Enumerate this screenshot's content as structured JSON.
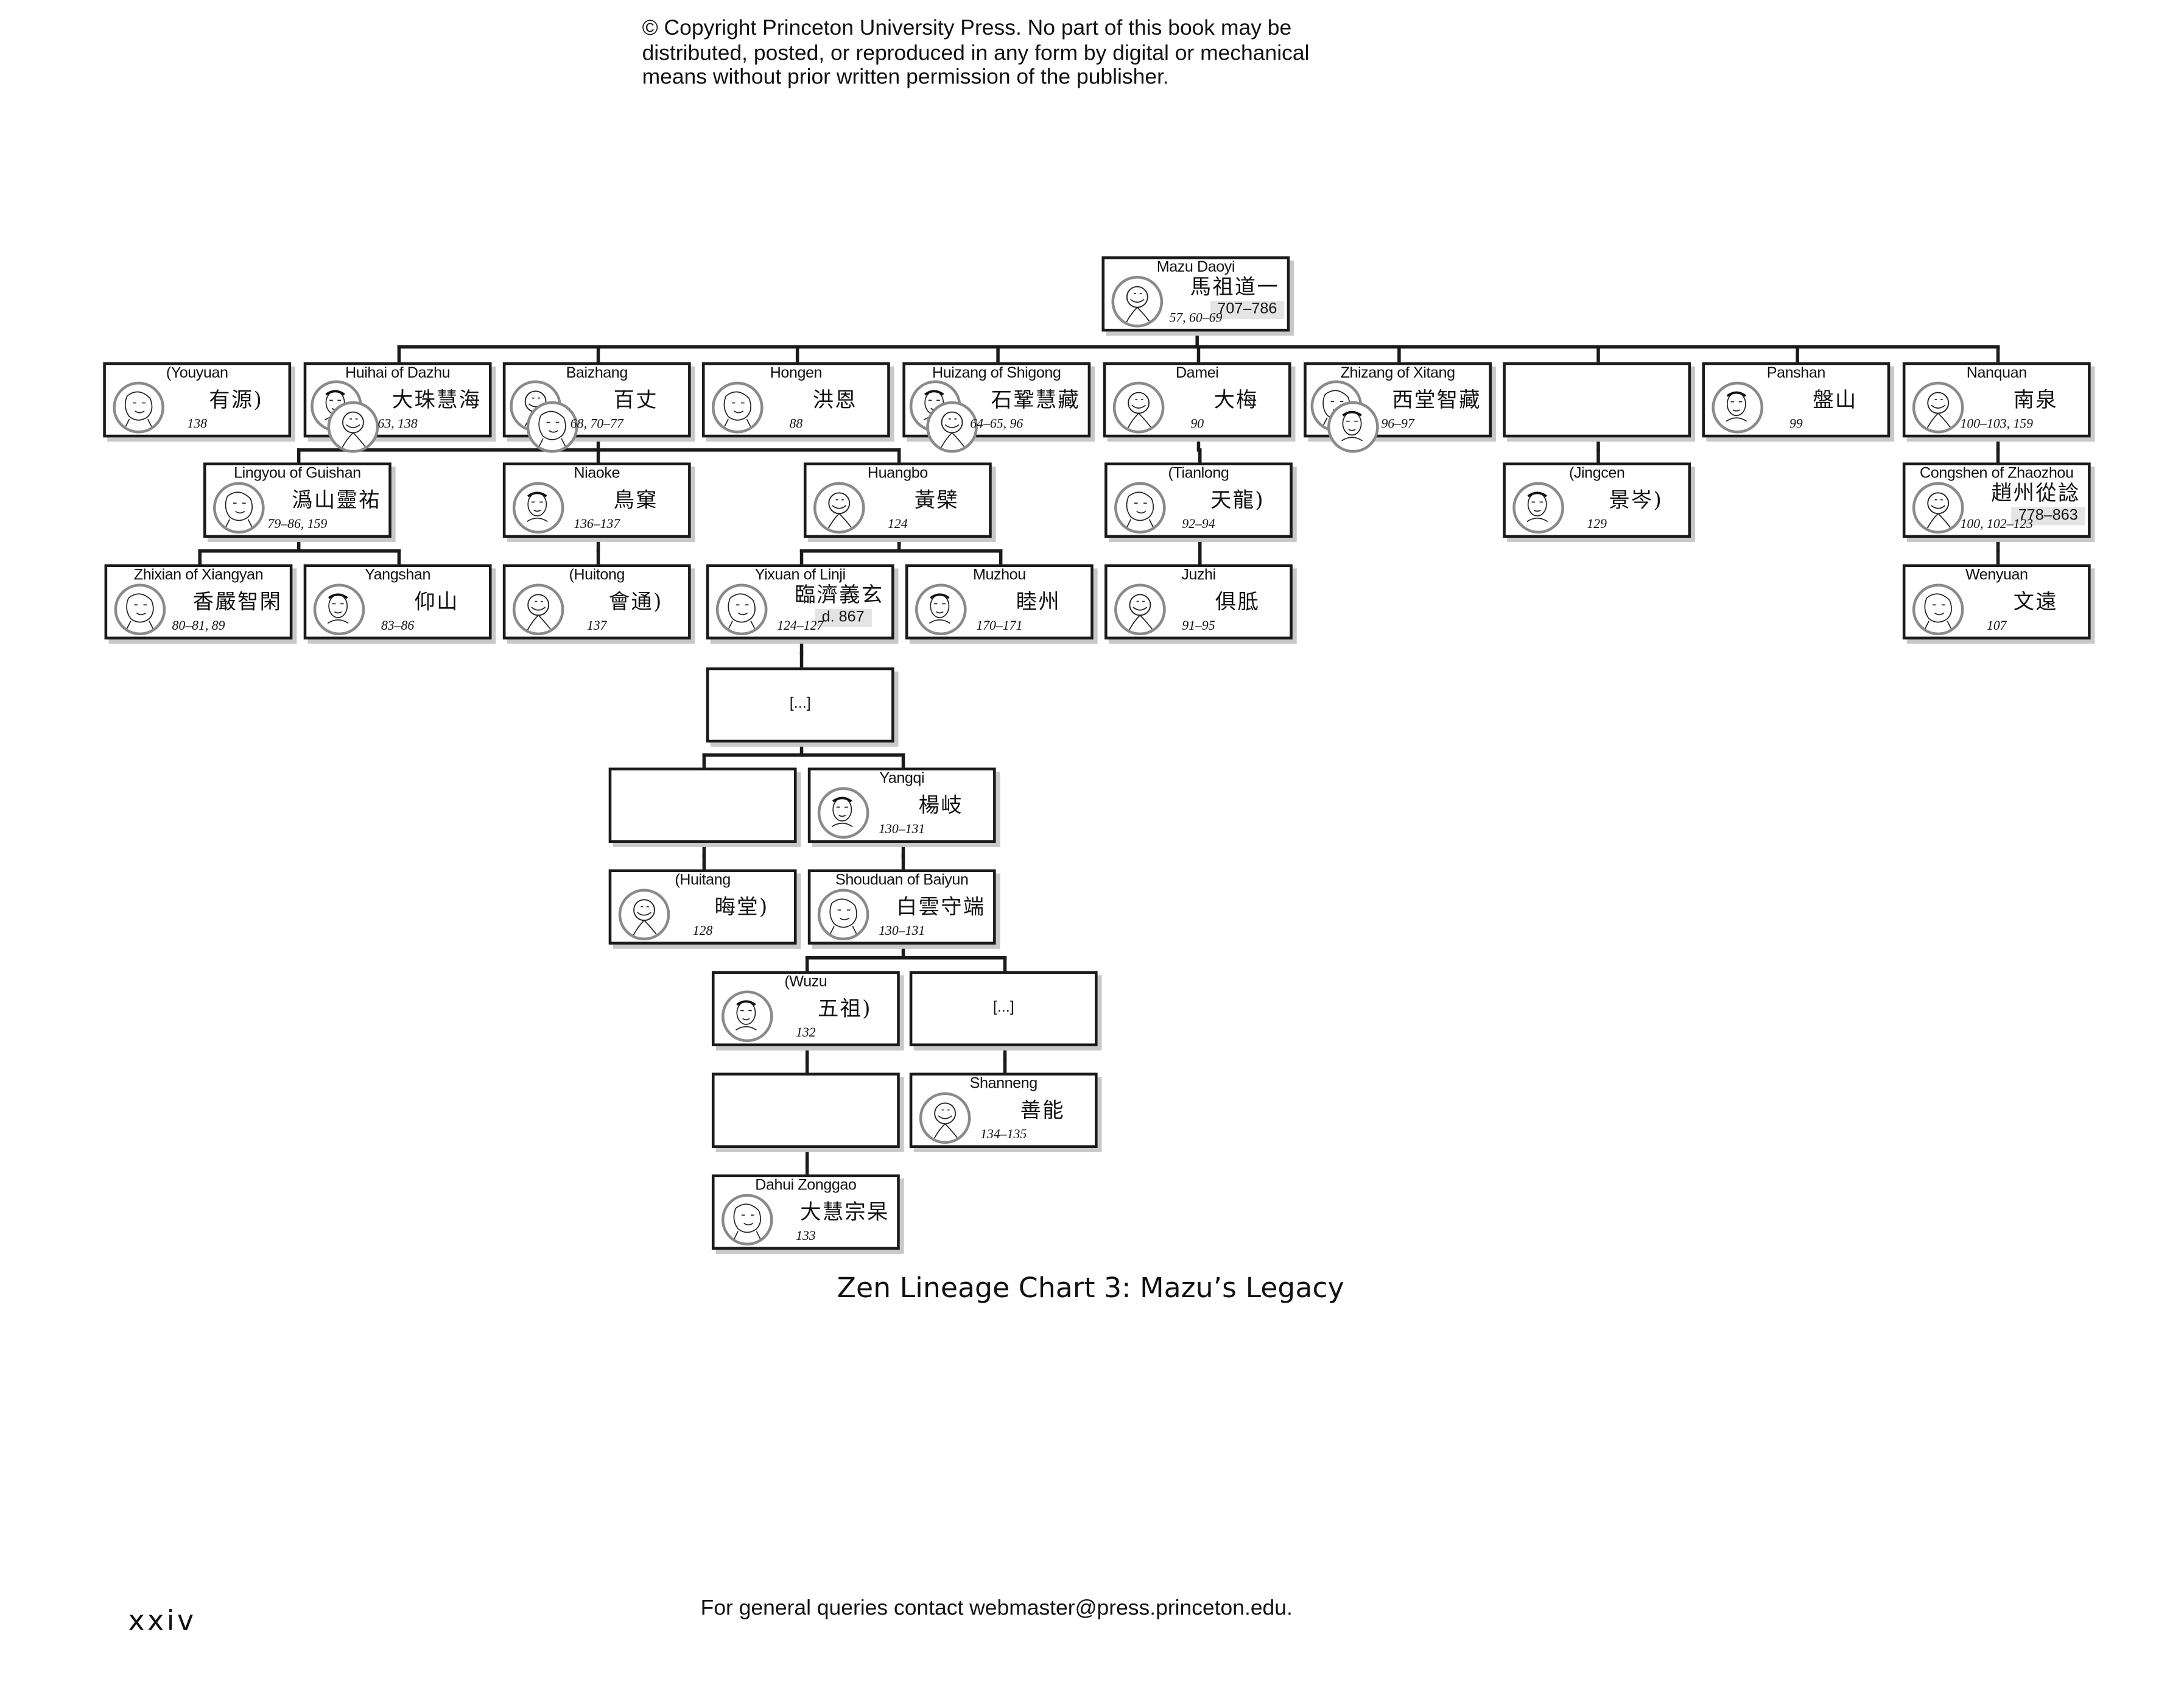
{
  "header": {
    "copyright_lines": [
      "© Copyright Princeton University Press. No part of this book may be",
      "distributed, posted, or reproduced in any form by digital or mechanical",
      "means without prior written permission of the publisher."
    ]
  },
  "caption": "Zen Lineage Chart 3: Mazu’s Legacy",
  "footer": "For general queries contact webmaster@press.princeton.edu.",
  "folio": "xxiv",
  "nodes": {
    "mazu": {
      "name": "Mazu Daoyi",
      "zh": "馬祖道一",
      "dates": "707–786",
      "pages": "57, 60–69",
      "portraits": 1
    },
    "youyuan": {
      "name": "(Youyuan",
      "zh": "有源)",
      "pages": "138",
      "portraits": 1
    },
    "huihai": {
      "name": "Huihai of Dazhu",
      "zh": "大珠慧海",
      "pages": "63, 138",
      "portraits": 2
    },
    "baizhang": {
      "name": "Baizhang",
      "zh": "百丈",
      "pages": "68, 70–77",
      "portraits": 2
    },
    "hongen": {
      "name": "Hongen",
      "zh": "洪恩",
      "pages": "88",
      "portraits": 1
    },
    "huizang": {
      "name": "Huizang of Shigong",
      "zh": "石鞏慧藏",
      "pages": "64–65, 96",
      "portraits": 2
    },
    "damei": {
      "name": "Damei",
      "zh": "大梅",
      "pages": "90",
      "portraits": 1
    },
    "zhizang": {
      "name": "Zhizang of Xitang",
      "zh": "西堂智藏",
      "pages": "96–97",
      "portraits": 2
    },
    "blank1": {},
    "panshan": {
      "name": "Panshan",
      "zh": "盤山",
      "pages": "99",
      "portraits": 1
    },
    "nanquan": {
      "name": "Nanquan",
      "zh": "南泉",
      "pages": "100–103, 159",
      "portraits": 1
    },
    "lingyou": {
      "name": "Lingyou of Guishan",
      "zh": "潙山靈祐",
      "pages": "79–86, 159",
      "portraits": 1
    },
    "niaoke": {
      "name": "Niaoke",
      "zh": "鳥窠",
      "pages": "136–137",
      "portraits": 1
    },
    "huangbo": {
      "name": "Huangbo",
      "zh": "黃檗",
      "pages": "124",
      "portraits": 1
    },
    "tianlong": {
      "name": "(Tianlong",
      "zh": "天龍)",
      "pages": "92–94",
      "portraits": 1
    },
    "jingcen": {
      "name": "(Jingcen",
      "zh": "景岑)",
      "pages": "129",
      "portraits": 1
    },
    "congshen": {
      "name": "Congshen of Zhaozhou",
      "zh": "趙州從諗",
      "dates": "778–863",
      "pages": "100, 102–123",
      "portraits": 1
    },
    "zhixian": {
      "name": "Zhixian of Xiangyan",
      "zh": "香嚴智閑",
      "pages": "80–81, 89",
      "portraits": 1
    },
    "yangshan": {
      "name": "Yangshan",
      "zh": "仰山",
      "pages": "83–86",
      "portraits": 1
    },
    "huitong": {
      "name": "(Huitong",
      "zh": "會通)",
      "pages": "137",
      "portraits": 1
    },
    "yixuan": {
      "name": "Yixuan of Linji",
      "zh": "臨濟義玄",
      "dates": "d. 867",
      "pages": "124–127",
      "portraits": 1
    },
    "muzhou": {
      "name": "Muzhou",
      "zh": "睦州",
      "pages": "170–171",
      "portraits": 1
    },
    "juzhi": {
      "name": "Juzhi",
      "zh": "俱胝",
      "pages": "91–95",
      "portraits": 1
    },
    "wenyuan": {
      "name": "Wenyuan",
      "zh": "文遠",
      "pages": "107",
      "portraits": 1
    },
    "ellipsis1": {
      "ellipsis": "[...]"
    },
    "blank2": {},
    "yangqi": {
      "name": "Yangqi",
      "zh": "楊岐",
      "pages": "130–131",
      "portraits": 1
    },
    "huitang": {
      "name": "(Huitang",
      "zh": "晦堂)",
      "pages": "128",
      "portraits": 1
    },
    "shouduan": {
      "name": "Shouduan of Baiyun",
      "zh": "白雲守端",
      "pages": "130–131",
      "portraits": 1
    },
    "wuzu": {
      "name": "(Wuzu",
      "zh": "五祖)",
      "pages": "132",
      "portraits": 1
    },
    "ellipsis2": {
      "ellipsis": "[...]"
    },
    "blank3": {},
    "shanneng": {
      "name": "Shanneng",
      "zh": "善能",
      "pages": "134–135",
      "portraits": 1
    },
    "dahui": {
      "name": "Dahui Zonggao",
      "zh": "大慧宗杲",
      "pages": "133",
      "portraits": 1
    }
  },
  "edges": [
    [
      "mazu",
      [
        "huihai",
        "baizhang",
        "hongen",
        "huizang",
        "damei",
        "zhizang",
        "blank1",
        "panshan",
        "nanquan"
      ]
    ],
    [
      "baizhang",
      [
        "lingyou",
        "niaoke",
        "huangbo"
      ]
    ],
    [
      "lingyou",
      [
        "zhixian",
        "yangshan"
      ]
    ],
    [
      "niaoke",
      [
        "huitong"
      ]
    ],
    [
      "huangbo",
      [
        "yixuan",
        "muzhou"
      ]
    ],
    [
      "damei",
      [
        "tianlong"
      ]
    ],
    [
      "tianlong",
      [
        "juzhi"
      ]
    ],
    [
      "blank1",
      [
        "jingcen"
      ]
    ],
    [
      "nanquan",
      [
        "congshen"
      ]
    ],
    [
      "congshen",
      [
        "wenyuan"
      ]
    ],
    [
      "yixuan",
      [
        "ellipsis1"
      ]
    ],
    [
      "ellipsis1",
      [
        "blank2",
        "yangqi"
      ]
    ],
    [
      "blank2",
      [
        "huitang"
      ]
    ],
    [
      "yangqi",
      [
        "shouduan"
      ]
    ],
    [
      "shouduan",
      [
        "wuzu",
        "ellipsis2"
      ]
    ],
    [
      "wuzu",
      [
        "blank3"
      ]
    ],
    [
      "blank3",
      [
        "dahui"
      ]
    ],
    [
      "ellipsis2",
      [
        "shanneng"
      ]
    ]
  ]
}
